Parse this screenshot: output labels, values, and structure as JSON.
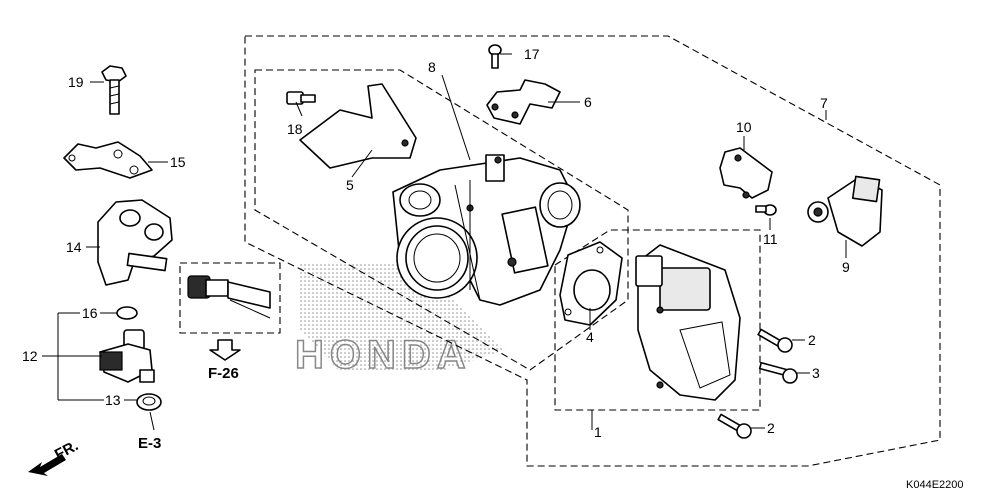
{
  "callouts": {
    "c1": "1",
    "c2a": "2",
    "c2b": "2",
    "c3": "3",
    "c4": "4",
    "c5": "5",
    "c6": "6",
    "c7": "7",
    "c8": "8",
    "c9": "9",
    "c10": "10",
    "c11": "11",
    "c12": "12",
    "c13": "13",
    "c14": "14",
    "c15": "15",
    "c16": "16",
    "c17": "17",
    "c18": "18",
    "c19": "19"
  },
  "references": {
    "f26": "F-26",
    "e3": "E-3",
    "front": "FR."
  },
  "watermark": "HONDA",
  "diagram_code": "K044E2200"
}
